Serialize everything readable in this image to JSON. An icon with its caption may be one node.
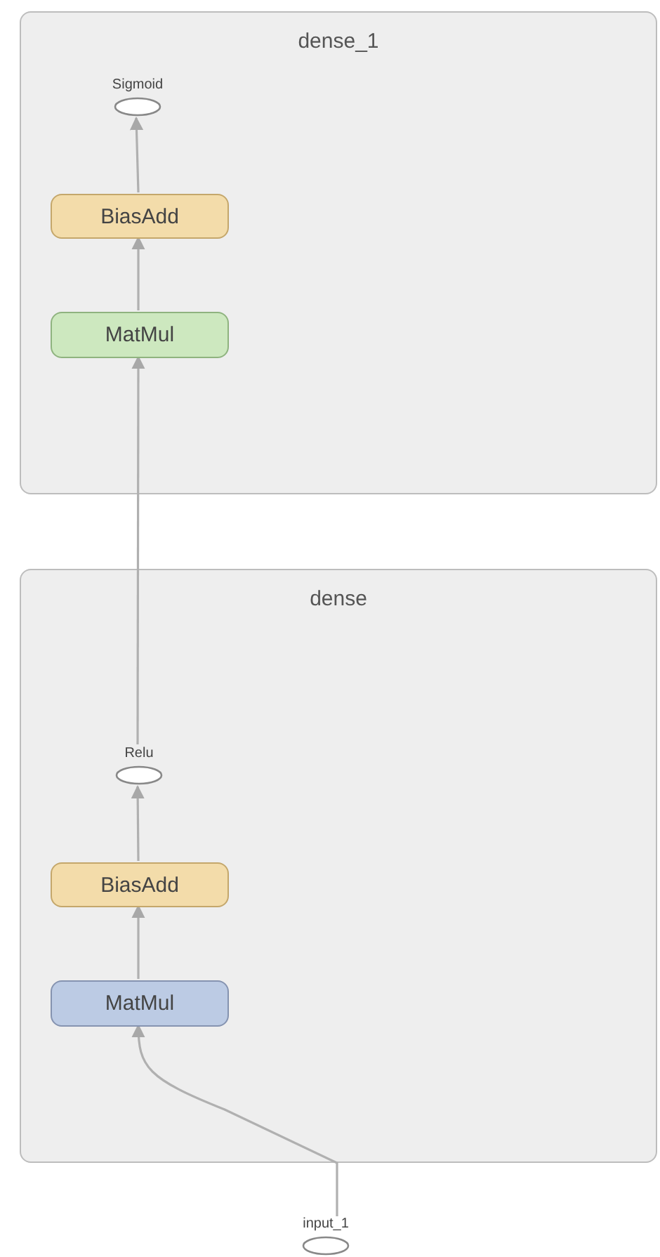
{
  "diagram": {
    "nodes": [
      {
        "text": [
          "dense_1"
        ]
      },
      {
        "text": [
          "Sigmoid"
        ],
        "in": 0
      },
      {
        "text": [
          "BiasAdd"
        ],
        "in": 0
      },
      {
        "text": [
          "MatMul"
        ],
        "in": 0
      },
      {
        "text": [
          "dense"
        ]
      },
      {
        "text": [
          "Relu"
        ],
        "in": 4
      },
      {
        "text": [
          "BiasAdd"
        ],
        "in": 4
      },
      {
        "text": [
          "MatMul"
        ],
        "in": 4
      },
      {
        "text": [
          "input_1"
        ]
      }
    ],
    "edges": [
      {
        "from": 8,
        "to": 7,
        "arrow": "to"
      },
      {
        "from": 7,
        "to": 6,
        "arrow": "to"
      },
      {
        "from": 6,
        "to": 5,
        "arrow": "to"
      },
      {
        "from": 5,
        "to": 3,
        "arrow": "to"
      },
      {
        "from": 3,
        "to": 2,
        "arrow": "to"
      },
      {
        "from": 2,
        "to": 1,
        "arrow": "to"
      }
    ]
  }
}
